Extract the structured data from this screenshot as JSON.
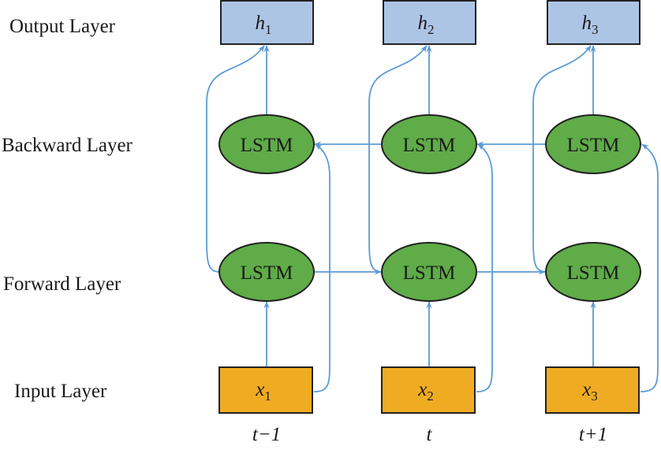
{
  "layers": [
    "Output Layer",
    "Backward Layer",
    "Forward Layer",
    "Input Layer"
  ],
  "cell_label": "LSTM",
  "columns": [
    {
      "output": "h",
      "output_sub": "1",
      "input": "x",
      "input_sub": "1",
      "time": "t−1"
    },
    {
      "output": "h",
      "output_sub": "2",
      "input": "x",
      "input_sub": "2",
      "time": "t"
    },
    {
      "output": "h",
      "output_sub": "3",
      "input": "x",
      "input_sub": "3",
      "time": "t+1"
    }
  ],
  "colors": {
    "output_box": "#adc5e5",
    "lstm_cell": "#5fac48",
    "input_box": "#efac22",
    "arrow": "#5b9bd5",
    "stroke": "#222222"
  }
}
